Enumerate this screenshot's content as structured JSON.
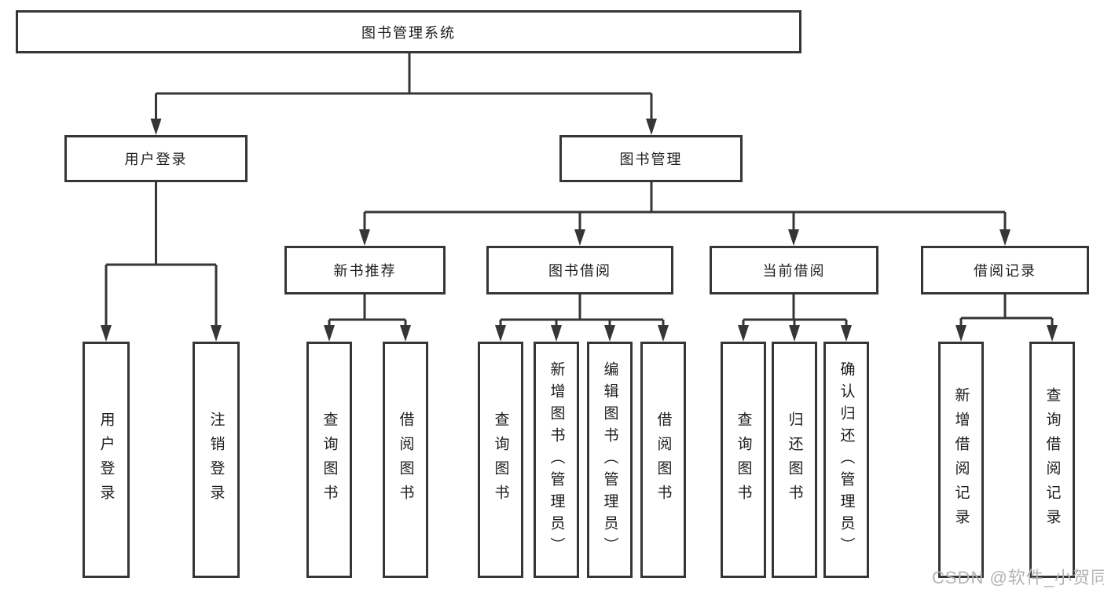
{
  "tree": {
    "root": "图书管理系统",
    "branches": [
      {
        "label": "用户登录",
        "leaves": [
          "用户登录",
          "注销登录"
        ]
      },
      {
        "label": "图书管理",
        "groups": [
          {
            "label": "新书推荐",
            "leaves": [
              "查询图书",
              "借阅图书"
            ]
          },
          {
            "label": "图书借阅",
            "leaves": [
              "查询图书",
              "新增图书（管理员）",
              "编辑图书（管理员）",
              "借阅图书"
            ]
          },
          {
            "label": "当前借阅",
            "leaves": [
              "查询图书",
              "归还图书",
              "确认归还（管理员）"
            ]
          },
          {
            "label": "借阅记录",
            "leaves": [
              "新增借阅记录",
              "查询借阅记录"
            ]
          }
        ]
      }
    ]
  },
  "watermark": "CSDN @软件_小贺同学",
  "colors": {
    "line": "#363636",
    "box_border": "#363636",
    "text": "#1c1c1c",
    "watermark": "#b3b3b3",
    "background": "#ffffff"
  }
}
